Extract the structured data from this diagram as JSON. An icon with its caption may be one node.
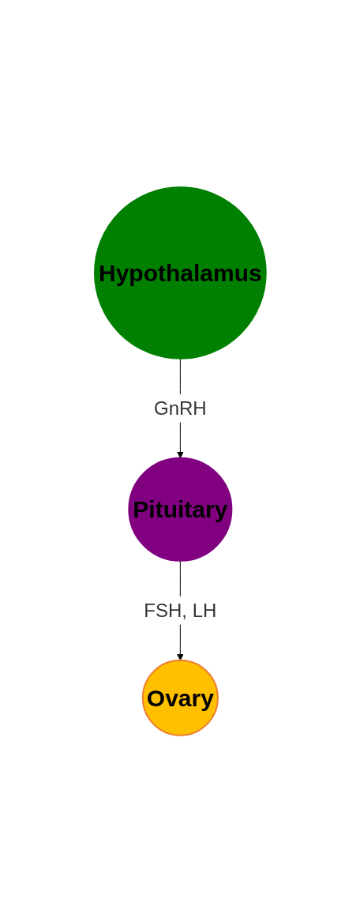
{
  "diagram": {
    "nodes": [
      {
        "text": [
          "Hypothalamus"
        ]
      },
      {
        "text": [
          "Pituitary"
        ]
      },
      {
        "text": [
          "Ovary"
        ]
      }
    ],
    "edges": [
      {
        "from": 0,
        "to": 1,
        "arrow": "to",
        "label": "GnRH"
      },
      {
        "from": 1,
        "to": 2,
        "arrow": "to",
        "label": "FSH, LH"
      }
    ]
  }
}
